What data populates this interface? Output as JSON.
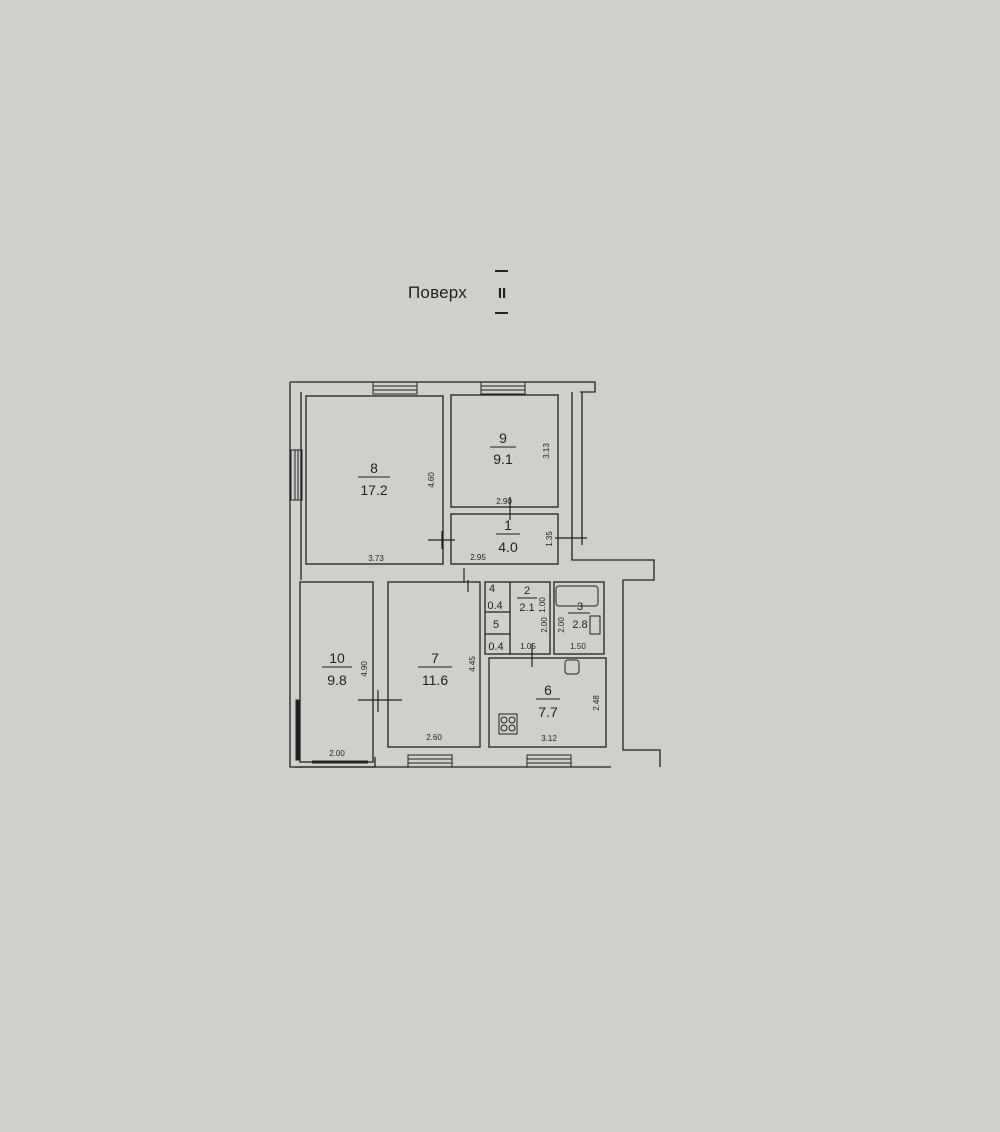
{
  "header": {
    "title": "Поверх",
    "floor": "II"
  },
  "rooms": [
    {
      "number": "8",
      "area": "17.2"
    },
    {
      "number": "9",
      "area": "9.1"
    },
    {
      "number": "1",
      "area": "4.0"
    },
    {
      "number": "10",
      "area": "9.8"
    },
    {
      "number": "7",
      "area": "11.6"
    },
    {
      "number": "6",
      "area": "7.7"
    },
    {
      "number": "2",
      "area": "2.1"
    },
    {
      "number": "3",
      "area": "2.8"
    },
    {
      "number": "4",
      "area": "0.4"
    },
    {
      "number": "5",
      "area": "0.4"
    }
  ],
  "dimensions": [
    "4.60",
    "3.73",
    "3.13",
    "2.90",
    "1.35",
    "2.95",
    "4.90",
    "2.00",
    "4.45",
    "2.60",
    "2.48",
    "3.12",
    "1.05",
    "1.50",
    "2.00",
    "2.00",
    "1.00"
  ],
  "colors": {
    "paper": "#cfd0cb",
    "ink": "#222222"
  }
}
